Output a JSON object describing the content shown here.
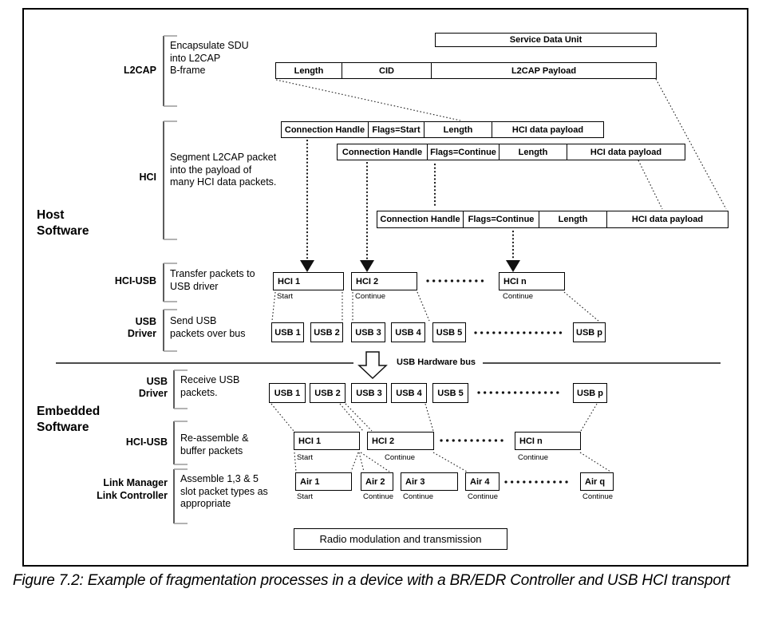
{
  "caption": "Figure 7.2:  Example of fragmentation processes in a device with a BR/EDR Controller and USB HCI transport",
  "host": {
    "title": "Host\nSoftware",
    "l2cap": {
      "label": "L2CAP",
      "desc": "Encapsulate SDU\ninto L2CAP\nB-frame",
      "sdu": "Service Data Unit",
      "packet": {
        "length": "Length",
        "cid": "CID",
        "payload": "L2CAP Payload"
      }
    },
    "hci": {
      "label": "HCI",
      "desc": "Segment L2CAP packet\ninto the payload of\nmany HCI data packets.",
      "rows": [
        {
          "handle": "Connection Handle",
          "flags": "Flags=Start",
          "length": "Length",
          "payload": "HCI data payload"
        },
        {
          "handle": "Connection Handle",
          "flags": "Flags=Continue",
          "length": "Length",
          "payload": "HCI data payload"
        },
        {
          "handle": "Connection Handle",
          "flags": "Flags=Continue",
          "length": "Length",
          "payload": "HCI data payload"
        }
      ]
    },
    "hci_usb": {
      "label": "HCI-USB",
      "desc": "Transfer packets to\nUSB driver",
      "boxes": [
        {
          "t": "HCI 1",
          "s": "Start"
        },
        {
          "t": "HCI 2",
          "s": "Continue"
        },
        {
          "t": "HCI n",
          "s": "Continue"
        }
      ]
    },
    "usb_driver": {
      "label": "USB\nDriver",
      "desc": "Send USB\npackets over bus",
      "boxes": [
        "USB 1",
        "USB 2",
        "USB 3",
        "USB 4",
        "USB 5",
        "USB p"
      ]
    }
  },
  "bus": {
    "label": "USB Hardware bus"
  },
  "embedded": {
    "title": "Embedded\nSoftware",
    "usb_driver": {
      "label": "USB\nDriver",
      "desc": "Receive USB\npackets.",
      "boxes": [
        "USB 1",
        "USB 2",
        "USB 3",
        "USB 4",
        "USB 5",
        "USB p"
      ]
    },
    "hci_usb": {
      "label": "HCI-USB",
      "desc": "Re-assemble &\nbuffer packets",
      "boxes": [
        {
          "t": "HCI 1",
          "s": "Start"
        },
        {
          "t": "HCI 2",
          "s": "Continue"
        },
        {
          "t": "HCI n",
          "s": "Continue"
        }
      ]
    },
    "link": {
      "label": "Link Manager\nLink Controller",
      "desc": "Assemble 1,3 & 5\nslot packet types as\nappropriate",
      "boxes": [
        {
          "t": "Air 1",
          "s": "Start"
        },
        {
          "t": "Air 2",
          "s": "Continue"
        },
        {
          "t": "Air 3",
          "s": "Continue"
        },
        {
          "t": "Air 4",
          "s": "Continue"
        },
        {
          "t": "Air q",
          "s": "Continue"
        }
      ]
    },
    "radio": "Radio modulation and transmission"
  }
}
